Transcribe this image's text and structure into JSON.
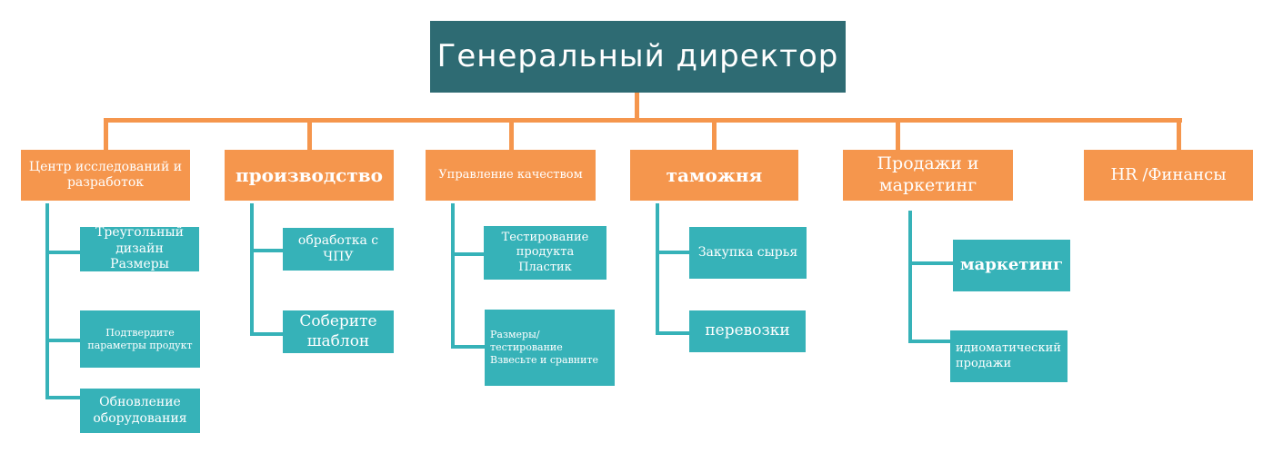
{
  "ceo": "Генеральный директор",
  "departments": [
    {
      "label": "Центр исследований и разработок",
      "children": [
        "Треугольный дизайн Размеры",
        "Подтвердите параметры продукт",
        "Обновление оборудования"
      ]
    },
    {
      "label": "производство",
      "children": [
        "обработка с ЧПУ",
        "Соберите шаблон"
      ]
    },
    {
      "label": "Управление качеством",
      "children": [
        "Тестирование продукта Пластик",
        "Размеры/тестирование Взвесьте и сравните"
      ]
    },
    {
      "label": "таможня",
      "children": [
        "Закупка сырья",
        "перевозки"
      ]
    },
    {
      "label": "Продажи и маркетинг",
      "children": [
        "маркетинг",
        "идиоматический продажи"
      ]
    },
    {
      "label": "HR /Финансы",
      "children": []
    }
  ],
  "colors": {
    "ceo": "#2e6b73",
    "department": "#f5964d",
    "subunit": "#36b2b8"
  }
}
